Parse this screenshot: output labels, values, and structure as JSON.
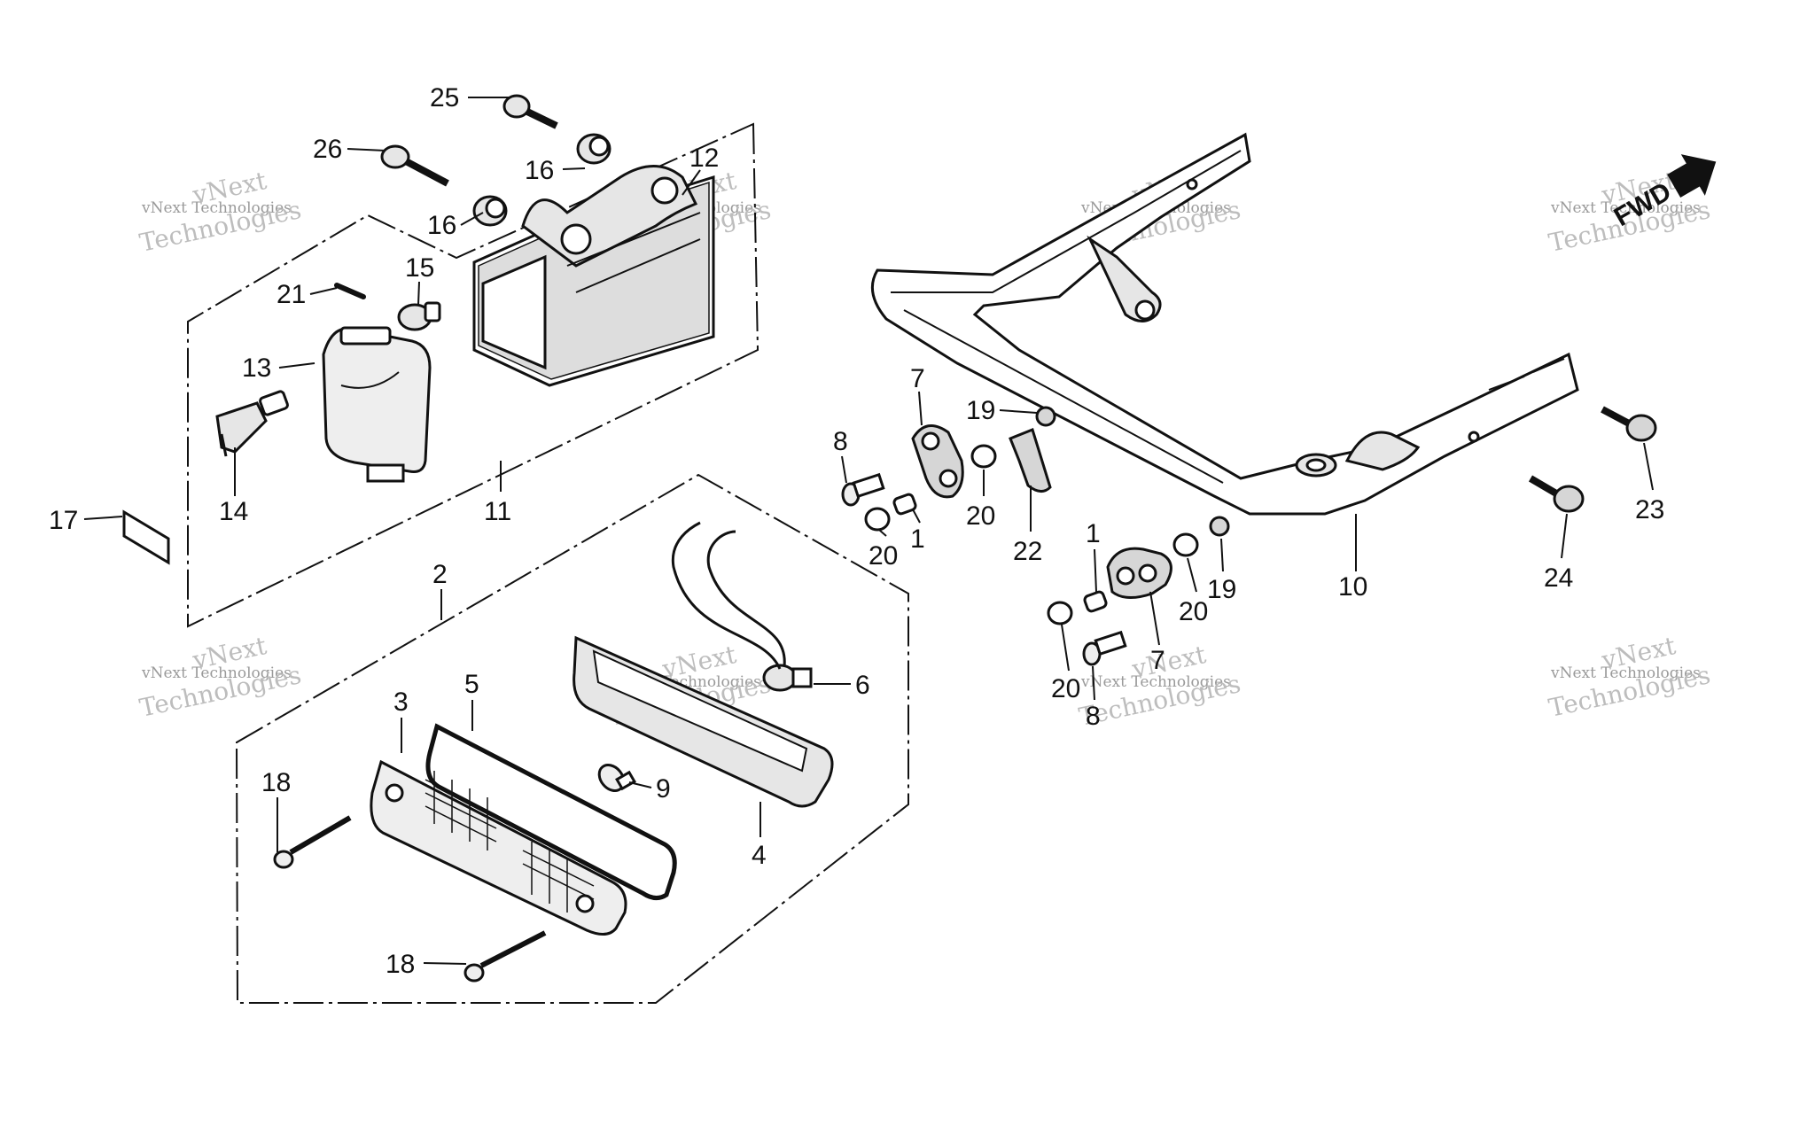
{
  "diagram": {
    "callouts": [
      {
        "id": "c25",
        "text": "25"
      },
      {
        "id": "c26",
        "text": "26"
      },
      {
        "id": "c16a",
        "text": "16"
      },
      {
        "id": "c16b",
        "text": "16"
      },
      {
        "id": "c12",
        "text": "12"
      },
      {
        "id": "c21",
        "text": "21"
      },
      {
        "id": "c15",
        "text": "15"
      },
      {
        "id": "c13",
        "text": "13"
      },
      {
        "id": "c14",
        "text": "14"
      },
      {
        "id": "c11",
        "text": "11"
      },
      {
        "id": "c17",
        "text": "17"
      },
      {
        "id": "c2",
        "text": "2"
      },
      {
        "id": "c3",
        "text": "3"
      },
      {
        "id": "c5",
        "text": "5"
      },
      {
        "id": "c6",
        "text": "6"
      },
      {
        "id": "c9",
        "text": "9"
      },
      {
        "id": "c4",
        "text": "4"
      },
      {
        "id": "c18a",
        "text": "18"
      },
      {
        "id": "c18b",
        "text": "18"
      },
      {
        "id": "c7a",
        "text": "7"
      },
      {
        "id": "c19a",
        "text": "19"
      },
      {
        "id": "c8a",
        "text": "8"
      },
      {
        "id": "c20a",
        "text": "20"
      },
      {
        "id": "c1a",
        "text": "1"
      },
      {
        "id": "c20b",
        "text": "20"
      },
      {
        "id": "c22",
        "text": "22"
      },
      {
        "id": "c1b",
        "text": "1"
      },
      {
        "id": "c20c",
        "text": "20"
      },
      {
        "id": "c19b",
        "text": "19"
      },
      {
        "id": "c7b",
        "text": "7"
      },
      {
        "id": "c20d",
        "text": "20"
      },
      {
        "id": "c8b",
        "text": "8"
      },
      {
        "id": "c10",
        "text": "10"
      },
      {
        "id": "c23",
        "text": "23"
      },
      {
        "id": "c24",
        "text": "24"
      }
    ],
    "direction_label": "FWD",
    "watermark": {
      "line1": "vNext Technologies",
      "line2": "Technologies",
      "line3": "vNext"
    },
    "colors": {
      "ink": "#111111",
      "watermark": "#bdbdbd",
      "background": "#ffffff"
    }
  }
}
